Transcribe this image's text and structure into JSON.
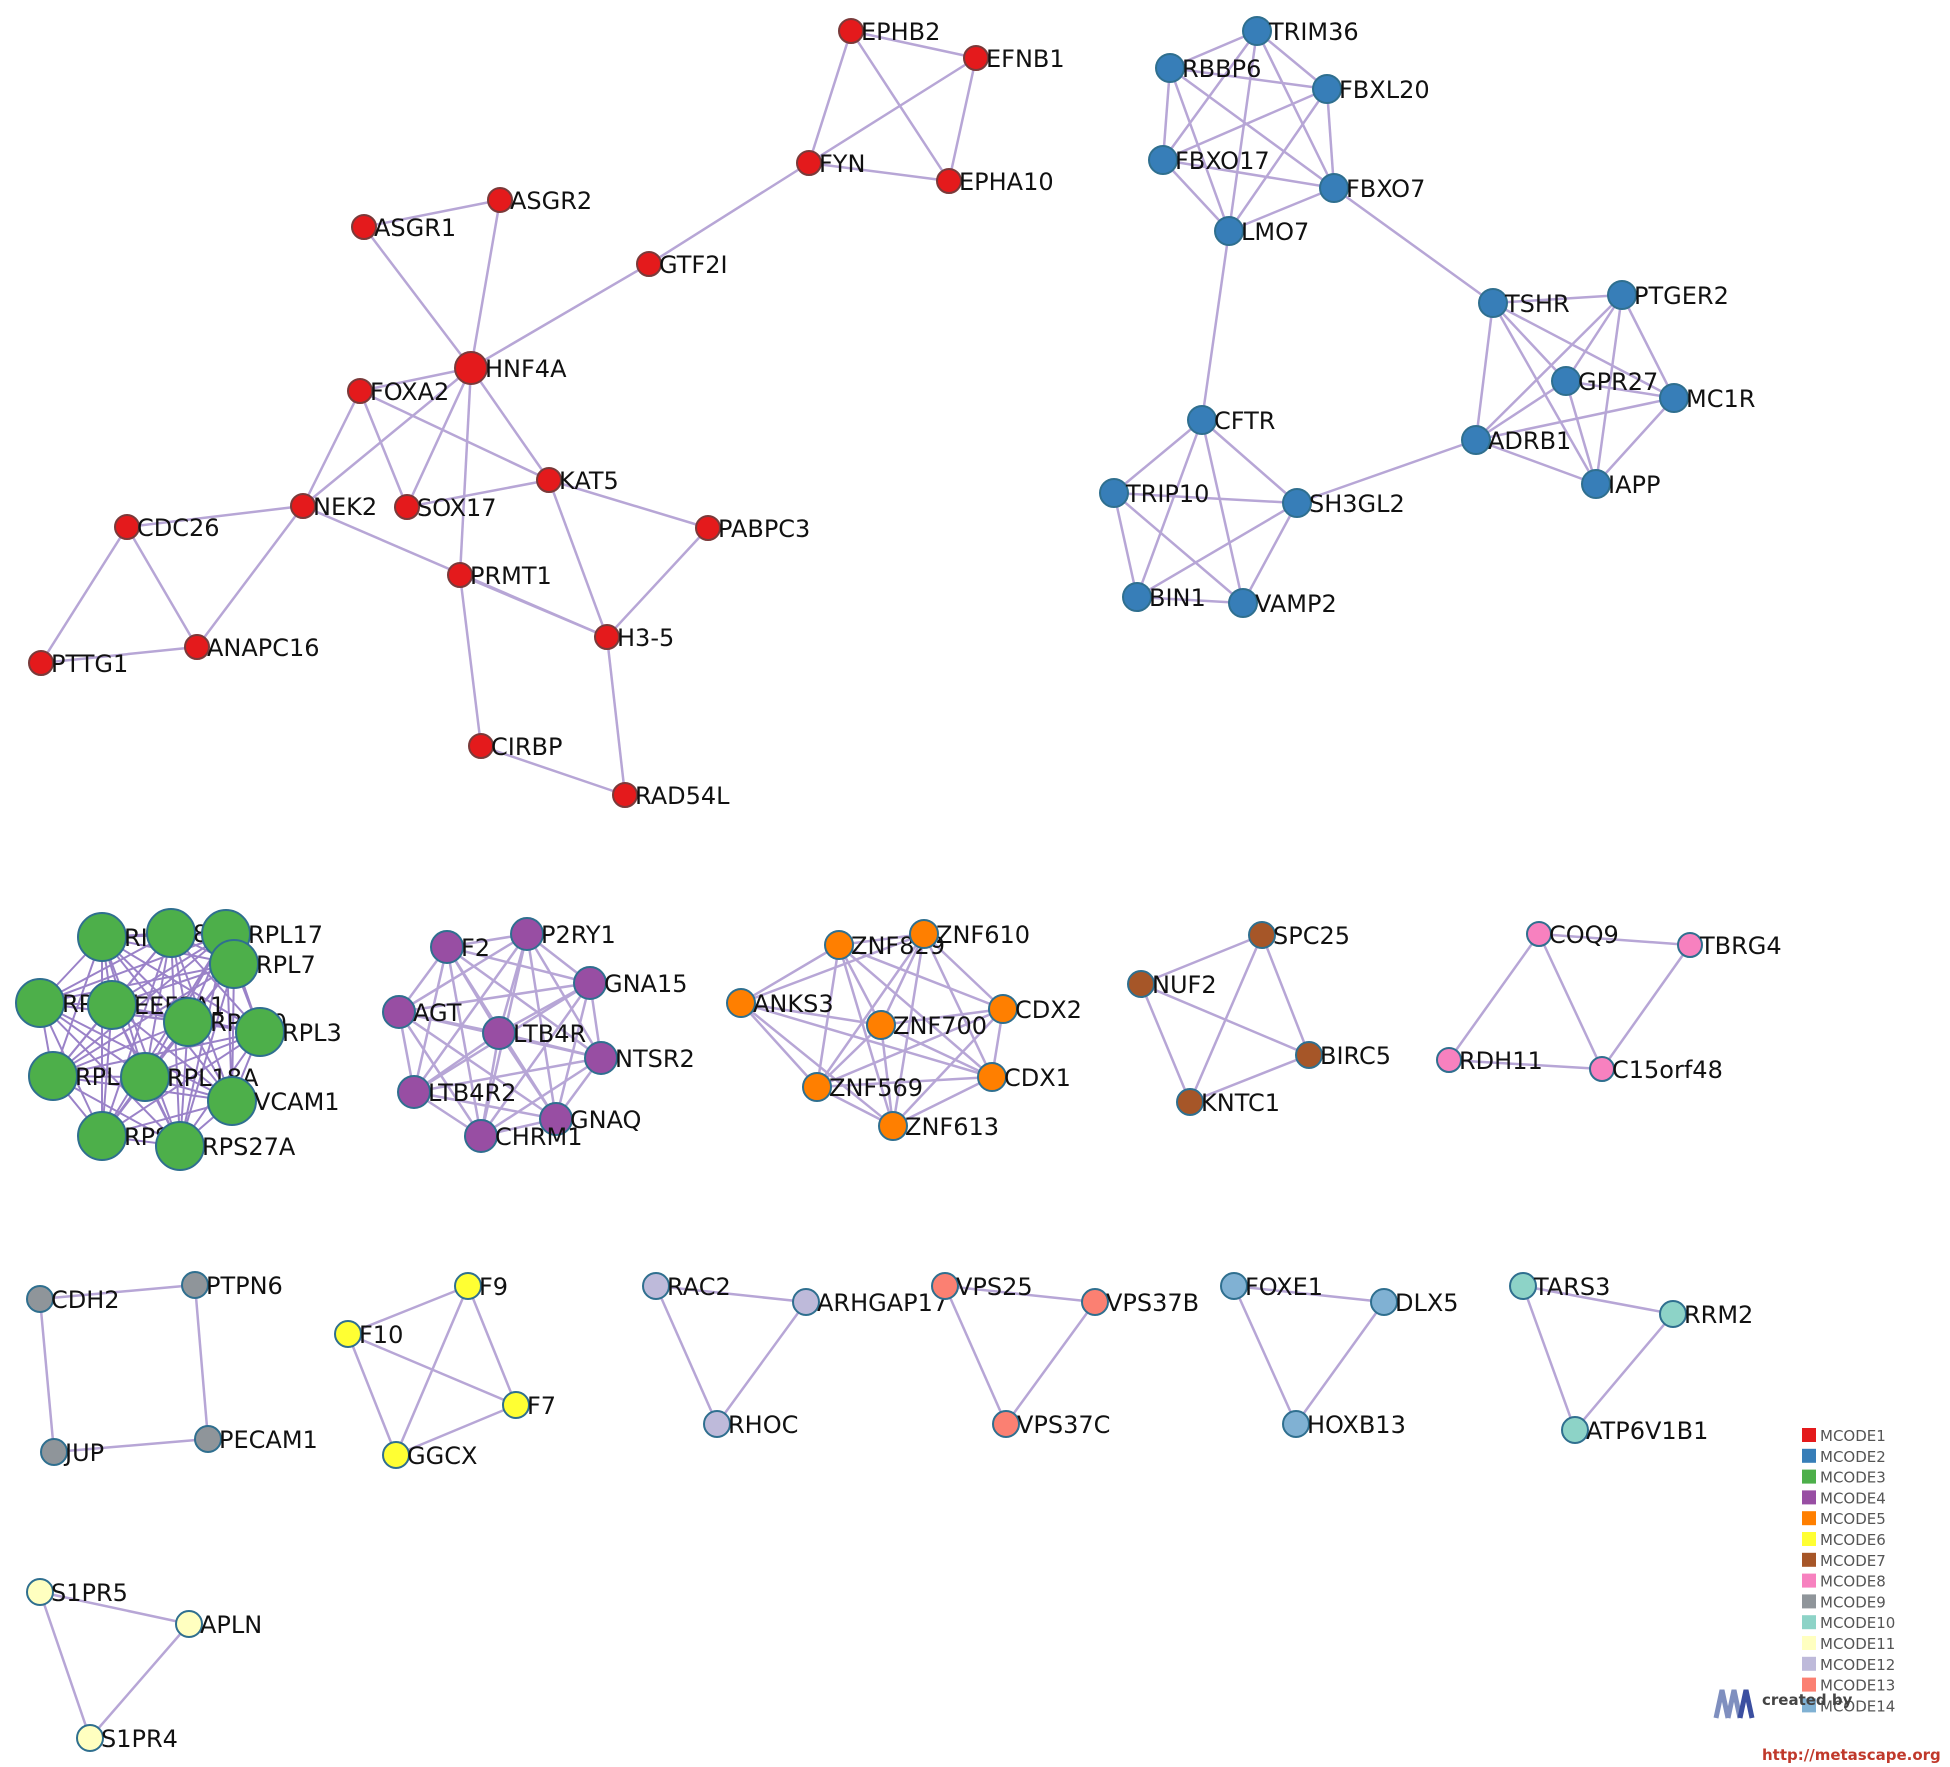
{
  "clusters": [
    {
      "name": "MCODE1",
      "color": "#e41a1c"
    },
    {
      "name": "MCODE2",
      "color": "#377eb8"
    },
    {
      "name": "MCODE3",
      "color": "#4daf4a"
    },
    {
      "name": "MCODE4",
      "color": "#984ea3"
    },
    {
      "name": "MCODE5",
      "color": "#ff7f00"
    },
    {
      "name": "MCODE6",
      "color": "#ffff33"
    },
    {
      "name": "MCODE7",
      "color": "#a65628"
    },
    {
      "name": "MCODE8",
      "color": "#f781bf"
    },
    {
      "name": "MCODE9",
      "color": "#8f959a"
    },
    {
      "name": "MCODE10",
      "color": "#8dd3c7"
    },
    {
      "name": "MCODE11",
      "color": "#ffffc0"
    },
    {
      "name": "MCODE12",
      "color": "#bebada"
    },
    {
      "name": "MCODE13",
      "color": "#fb8072"
    },
    {
      "name": "MCODE14",
      "color": "#80b1d3"
    }
  ],
  "nodes": [
    {
      "id": "EPHB2",
      "cluster": 1
    },
    {
      "id": "EFNB1",
      "cluster": 1
    },
    {
      "id": "FYN",
      "cluster": 1
    },
    {
      "id": "EPHA10",
      "cluster": 1
    },
    {
      "id": "ASGR2",
      "cluster": 1
    },
    {
      "id": "ASGR1",
      "cluster": 1
    },
    {
      "id": "GTF2I",
      "cluster": 1
    },
    {
      "id": "HNF4A",
      "cluster": 1
    },
    {
      "id": "FOXA2",
      "cluster": 1
    },
    {
      "id": "KAT5",
      "cluster": 1
    },
    {
      "id": "NEK2",
      "cluster": 1
    },
    {
      "id": "SOX17",
      "cluster": 1
    },
    {
      "id": "CDC26",
      "cluster": 1
    },
    {
      "id": "PABPC3",
      "cluster": 1
    },
    {
      "id": "PRMT1",
      "cluster": 1
    },
    {
      "id": "ANAPC16",
      "cluster": 1
    },
    {
      "id": "PTTG1",
      "cluster": 1
    },
    {
      "id": "H3-5",
      "cluster": 1
    },
    {
      "id": "CIRBP",
      "cluster": 1
    },
    {
      "id": "RAD54L",
      "cluster": 1
    },
    {
      "id": "TRIM36",
      "cluster": 2
    },
    {
      "id": "RBBP6",
      "cluster": 2
    },
    {
      "id": "FBXL20",
      "cluster": 2
    },
    {
      "id": "FBXO17",
      "cluster": 2
    },
    {
      "id": "FBXO7",
      "cluster": 2
    },
    {
      "id": "LMO7",
      "cluster": 2
    },
    {
      "id": "TSHR",
      "cluster": 2
    },
    {
      "id": "PTGER2",
      "cluster": 2
    },
    {
      "id": "GPR27",
      "cluster": 2
    },
    {
      "id": "MC1R",
      "cluster": 2
    },
    {
      "id": "CFTR",
      "cluster": 2
    },
    {
      "id": "ADRB1",
      "cluster": 2
    },
    {
      "id": "IAPP",
      "cluster": 2
    },
    {
      "id": "TRIP10",
      "cluster": 2
    },
    {
      "id": "SH3GL2",
      "cluster": 2
    },
    {
      "id": "BIN1",
      "cluster": 2
    },
    {
      "id": "VAMP2",
      "cluster": 2
    },
    {
      "id": "RPL8",
      "label": "RI",
      "cluster": 3
    },
    {
      "id": "RPL17_hidden",
      "label": "8",
      "cluster": 3
    },
    {
      "id": "RPL17",
      "cluster": 3
    },
    {
      "id": "RPL7",
      "cluster": 3
    },
    {
      "id": "RPS27",
      "label": "RPS27",
      "cluster": 3
    },
    {
      "id": "EEF1A1",
      "label": "EEF1A1",
      "cluster": 3
    },
    {
      "id": "RPS10",
      "cluster": 3
    },
    {
      "id": "RPL3",
      "cluster": 3
    },
    {
      "id": "RPL13A",
      "label": "RPL13A",
      "cluster": 3
    },
    {
      "id": "RPL18A",
      "label": "RPL18A",
      "cluster": 3
    },
    {
      "id": "VCAM1",
      "cluster": 3
    },
    {
      "id": "RPS7",
      "cluster": 3
    },
    {
      "id": "RPS27A",
      "cluster": 3
    },
    {
      "id": "F2",
      "cluster": 4
    },
    {
      "id": "P2RY1",
      "cluster": 4
    },
    {
      "id": "GNA15",
      "cluster": 4
    },
    {
      "id": "AGT",
      "cluster": 4
    },
    {
      "id": "LTB4R",
      "cluster": 4
    },
    {
      "id": "NTSR2",
      "cluster": 4
    },
    {
      "id": "LTB4R2",
      "cluster": 4
    },
    {
      "id": "GNAQ",
      "cluster": 4
    },
    {
      "id": "CHRM1",
      "cluster": 4
    },
    {
      "id": "ZNF829",
      "label": "ZNF829",
      "cluster": 5
    },
    {
      "id": "ZNF610",
      "cluster": 5
    },
    {
      "id": "ANKS3",
      "cluster": 5
    },
    {
      "id": "CDX2",
      "cluster": 5
    },
    {
      "id": "ZNF700",
      "cluster": 5
    },
    {
      "id": "CDX1",
      "cluster": 5
    },
    {
      "id": "ZNF569",
      "cluster": 5
    },
    {
      "id": "ZNF613",
      "cluster": 5
    },
    {
      "id": "SPC25",
      "cluster": 7
    },
    {
      "id": "NUF2",
      "cluster": 7
    },
    {
      "id": "BIRC5",
      "cluster": 7
    },
    {
      "id": "KNTC1",
      "cluster": 7
    },
    {
      "id": "COQ9",
      "cluster": 8
    },
    {
      "id": "TBRG4",
      "cluster": 8
    },
    {
      "id": "RDH11",
      "cluster": 8
    },
    {
      "id": "C15orf48",
      "cluster": 8
    },
    {
      "id": "CDH2",
      "cluster": 9
    },
    {
      "id": "PTPN6",
      "cluster": 9
    },
    {
      "id": "JUP",
      "cluster": 9
    },
    {
      "id": "PECAM1",
      "cluster": 9
    },
    {
      "id": "F9",
      "cluster": 6
    },
    {
      "id": "F10",
      "cluster": 6
    },
    {
      "id": "F7",
      "cluster": 6
    },
    {
      "id": "GGCX",
      "cluster": 6
    },
    {
      "id": "RAC2",
      "cluster": 12
    },
    {
      "id": "ARHGAP17",
      "cluster": 12
    },
    {
      "id": "RHOC",
      "cluster": 12
    },
    {
      "id": "VPS25",
      "cluster": 13
    },
    {
      "id": "VPS37B",
      "cluster": 13
    },
    {
      "id": "VPS37C",
      "cluster": 13
    },
    {
      "id": "FOXE1",
      "cluster": 14
    },
    {
      "id": "DLX5",
      "cluster": 14
    },
    {
      "id": "HOXB13",
      "cluster": 14
    },
    {
      "id": "TARS3",
      "cluster": 10
    },
    {
      "id": "RRM2",
      "cluster": 10
    },
    {
      "id": "ATP6V1B1",
      "cluster": 10
    },
    {
      "id": "S1PR5",
      "cluster": 11
    },
    {
      "id": "APLN",
      "cluster": 11
    },
    {
      "id": "S1PR4",
      "cluster": 11
    }
  ],
  "edges": [
    [
      "EPHB2",
      "EFNB1"
    ],
    [
      "EPHB2",
      "FYN"
    ],
    [
      "EPHB2",
      "EPHA10"
    ],
    [
      "EFNB1",
      "FYN"
    ],
    [
      "EFNB1",
      "EPHA10"
    ],
    [
      "FYN",
      "EPHA10"
    ],
    [
      "FYN",
      "GTF2I"
    ],
    [
      "GTF2I",
      "HNF4A"
    ],
    [
      "ASGR1",
      "ASGR2"
    ],
    [
      "ASGR1",
      "HNF4A"
    ],
    [
      "ASGR2",
      "HNF4A"
    ],
    [
      "HNF4A",
      "FOXA2"
    ],
    [
      "HNF4A",
      "SOX17"
    ],
    [
      "HNF4A",
      "KAT5"
    ],
    [
      "HNF4A",
      "PRMT1"
    ],
    [
      "HNF4A",
      "NEK2"
    ],
    [
      "FOXA2",
      "SOX17"
    ],
    [
      "FOXA2",
      "KAT5"
    ],
    [
      "FOXA2",
      "NEK2"
    ],
    [
      "SOX17",
      "KAT5"
    ],
    [
      "NEK2",
      "CDC26"
    ],
    [
      "NEK2",
      "ANAPC16"
    ],
    [
      "NEK2",
      "H3-5"
    ],
    [
      "CDC26",
      "ANAPC16"
    ],
    [
      "CDC26",
      "PTTG1"
    ],
    [
      "PTTG1",
      "ANAPC16"
    ],
    [
      "KAT5",
      "PABPC3"
    ],
    [
      "KAT5",
      "H3-5"
    ],
    [
      "PABPC3",
      "H3-5"
    ],
    [
      "PRMT1",
      "H3-5"
    ],
    [
      "PRMT1",
      "CIRBP"
    ],
    [
      "CIRBP",
      "RAD54L"
    ],
    [
      "H3-5",
      "RAD54L"
    ],
    [
      "TRIM36",
      "RBBP6"
    ],
    [
      "TRIM36",
      "FBXL20"
    ],
    [
      "TRIM36",
      "FBXO17"
    ],
    [
      "TRIM36",
      "FBXO7"
    ],
    [
      "TRIM36",
      "LMO7"
    ],
    [
      "RBBP6",
      "FBXL20"
    ],
    [
      "RBBP6",
      "FBXO17"
    ],
    [
      "RBBP6",
      "FBXO7"
    ],
    [
      "RBBP6",
      "LMO7"
    ],
    [
      "FBXL20",
      "FBXO17"
    ],
    [
      "FBXL20",
      "FBXO7"
    ],
    [
      "FBXL20",
      "LMO7"
    ],
    [
      "FBXO17",
      "FBXO7"
    ],
    [
      "FBXO17",
      "LMO7"
    ],
    [
      "FBXO7",
      "LMO7"
    ],
    [
      "FBXO7",
      "TSHR"
    ],
    [
      "LMO7",
      "CFTR"
    ],
    [
      "TSHR",
      "PTGER2"
    ],
    [
      "TSHR",
      "GPR27"
    ],
    [
      "TSHR",
      "MC1R"
    ],
    [
      "TSHR",
      "ADRB1"
    ],
    [
      "TSHR",
      "IAPP"
    ],
    [
      "PTGER2",
      "GPR27"
    ],
    [
      "PTGER2",
      "MC1R"
    ],
    [
      "PTGER2",
      "ADRB1"
    ],
    [
      "PTGER2",
      "IAPP"
    ],
    [
      "GPR27",
      "MC1R"
    ],
    [
      "GPR27",
      "ADRB1"
    ],
    [
      "GPR27",
      "IAPP"
    ],
    [
      "MC1R",
      "ADRB1"
    ],
    [
      "MC1R",
      "IAPP"
    ],
    [
      "ADRB1",
      "IAPP"
    ],
    [
      "ADRB1",
      "SH3GL2"
    ],
    [
      "CFTR",
      "TRIP10"
    ],
    [
      "CFTR",
      "SH3GL2"
    ],
    [
      "CFTR",
      "BIN1"
    ],
    [
      "CFTR",
      "VAMP2"
    ],
    [
      "TRIP10",
      "SH3GL2"
    ],
    [
      "TRIP10",
      "BIN1"
    ],
    [
      "TRIP10",
      "VAMP2"
    ],
    [
      "SH3GL2",
      "BIN1"
    ],
    [
      "SH3GL2",
      "VAMP2"
    ],
    [
      "BIN1",
      "VAMP2"
    ],
    [
      "F2",
      "P2RY1"
    ],
    [
      "F2",
      "GNA15"
    ],
    [
      "F2",
      "AGT"
    ],
    [
      "F2",
      "LTB4R"
    ],
    [
      "F2",
      "NTSR2"
    ],
    [
      "F2",
      "LTB4R2"
    ],
    [
      "F2",
      "GNAQ"
    ],
    [
      "F2",
      "CHRM1"
    ],
    [
      "P2RY1",
      "GNA15"
    ],
    [
      "P2RY1",
      "AGT"
    ],
    [
      "P2RY1",
      "LTB4R"
    ],
    [
      "P2RY1",
      "NTSR2"
    ],
    [
      "P2RY1",
      "LTB4R2"
    ],
    [
      "P2RY1",
      "GNAQ"
    ],
    [
      "P2RY1",
      "CHRM1"
    ],
    [
      "GNA15",
      "AGT"
    ],
    [
      "GNA15",
      "LTB4R"
    ],
    [
      "GNA15",
      "NTSR2"
    ],
    [
      "GNA15",
      "LTB4R2"
    ],
    [
      "GNA15",
      "GNAQ"
    ],
    [
      "GNA15",
      "CHRM1"
    ],
    [
      "AGT",
      "LTB4R"
    ],
    [
      "AGT",
      "NTSR2"
    ],
    [
      "AGT",
      "LTB4R2"
    ],
    [
      "AGT",
      "GNAQ"
    ],
    [
      "AGT",
      "CHRM1"
    ],
    [
      "LTB4R",
      "NTSR2"
    ],
    [
      "LTB4R",
      "LTB4R2"
    ],
    [
      "LTB4R",
      "GNAQ"
    ],
    [
      "LTB4R",
      "CHRM1"
    ],
    [
      "NTSR2",
      "LTB4R2"
    ],
    [
      "NTSR2",
      "GNAQ"
    ],
    [
      "NTSR2",
      "CHRM1"
    ],
    [
      "LTB4R2",
      "GNAQ"
    ],
    [
      "LTB4R2",
      "CHRM1"
    ],
    [
      "GNAQ",
      "CHRM1"
    ],
    [
      "ZNF829",
      "ZNF610"
    ],
    [
      "ZNF829",
      "ANKS3"
    ],
    [
      "ZNF829",
      "CDX2"
    ],
    [
      "ZNF829",
      "ZNF700"
    ],
    [
      "ZNF829",
      "CDX1"
    ],
    [
      "ZNF829",
      "ZNF569"
    ],
    [
      "ZNF829",
      "ZNF613"
    ],
    [
      "ZNF610",
      "ANKS3"
    ],
    [
      "ZNF610",
      "CDX2"
    ],
    [
      "ZNF610",
      "ZNF700"
    ],
    [
      "ZNF610",
      "CDX1"
    ],
    [
      "ZNF610",
      "ZNF569"
    ],
    [
      "ZNF610",
      "ZNF613"
    ],
    [
      "ANKS3",
      "ZNF700"
    ],
    [
      "ANKS3",
      "CDX1"
    ],
    [
      "ANKS3",
      "ZNF569"
    ],
    [
      "ANKS3",
      "ZNF613"
    ],
    [
      "CDX2",
      "ZNF700"
    ],
    [
      "CDX2",
      "CDX1"
    ],
    [
      "CDX2",
      "ZNF569"
    ],
    [
      "CDX2",
      "ZNF613"
    ],
    [
      "ZNF700",
      "CDX1"
    ],
    [
      "ZNF700",
      "ZNF569"
    ],
    [
      "ZNF700",
      "ZNF613"
    ],
    [
      "CDX1",
      "ZNF569"
    ],
    [
      "CDX1",
      "ZNF613"
    ],
    [
      "ZNF569",
      "ZNF613"
    ],
    [
      "SPC25",
      "NUF2"
    ],
    [
      "SPC25",
      "BIRC5"
    ],
    [
      "SPC25",
      "KNTC1"
    ],
    [
      "NUF2",
      "BIRC5"
    ],
    [
      "NUF2",
      "KNTC1"
    ],
    [
      "BIRC5",
      "KNTC1"
    ],
    [
      "COQ9",
      "TBRG4"
    ],
    [
      "COQ9",
      "RDH11"
    ],
    [
      "COQ9",
      "C15orf48"
    ],
    [
      "TBRG4",
      "C15orf48"
    ],
    [
      "RDH11",
      "C15orf48"
    ],
    [
      "CDH2",
      "PTPN6"
    ],
    [
      "CDH2",
      "JUP"
    ],
    [
      "PTPN6",
      "PECAM1"
    ],
    [
      "JUP",
      "PECAM1"
    ],
    [
      "F9",
      "F10"
    ],
    [
      "F9",
      "F7"
    ],
    [
      "F9",
      "GGCX"
    ],
    [
      "F10",
      "F7"
    ],
    [
      "F10",
      "GGCX"
    ],
    [
      "F7",
      "GGCX"
    ],
    [
      "RAC2",
      "ARHGAP17"
    ],
    [
      "RAC2",
      "RHOC"
    ],
    [
      "ARHGAP17",
      "RHOC"
    ],
    [
      "VPS25",
      "VPS37B"
    ],
    [
      "VPS25",
      "VPS37C"
    ],
    [
      "VPS37B",
      "VPS37C"
    ],
    [
      "FOXE1",
      "DLX5"
    ],
    [
      "FOXE1",
      "HOXB13"
    ],
    [
      "DLX5",
      "HOXB13"
    ],
    [
      "TARS3",
      "RRM2"
    ],
    [
      "TARS3",
      "ATP6V1B1"
    ],
    [
      "RRM2",
      "ATP6V1B1"
    ],
    [
      "S1PR5",
      "APLN"
    ],
    [
      "S1PR5",
      "S1PR4"
    ],
    [
      "APLN",
      "S1PR4"
    ]
  ],
  "dense_cluster_members": [
    "RPL8",
    "RPL17_hidden",
    "RPL17",
    "RPL7",
    "RPS27",
    "EEF1A1",
    "RPS10",
    "RPL3",
    "RPL13A",
    "RPL18A",
    "VCAM1",
    "RPS7",
    "RPS27A"
  ],
  "credit": {
    "line1": "created by",
    "line2": "http://metascape.org"
  }
}
